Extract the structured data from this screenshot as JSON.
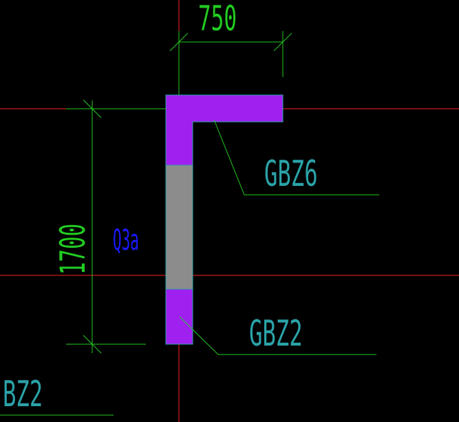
{
  "drawing": {
    "background_color": "#000000",
    "axis_color": "#ff2020",
    "dimension_color": "#22cc22",
    "leader_color": "#22cc22",
    "label_color": "#2aa3a8",
    "wall_label_color": "#1a1aff",
    "boundary_element_fill": "#a020f0",
    "wall_fill": "#8c8c8c",
    "outline_color": "#2aa3a8"
  },
  "dimensions": {
    "width": "750",
    "height": "1700"
  },
  "labels": {
    "top_element": "GBZ6",
    "bottom_element": "GBZ2",
    "wall": "Q3a",
    "cut_off_element": "BZ2"
  }
}
